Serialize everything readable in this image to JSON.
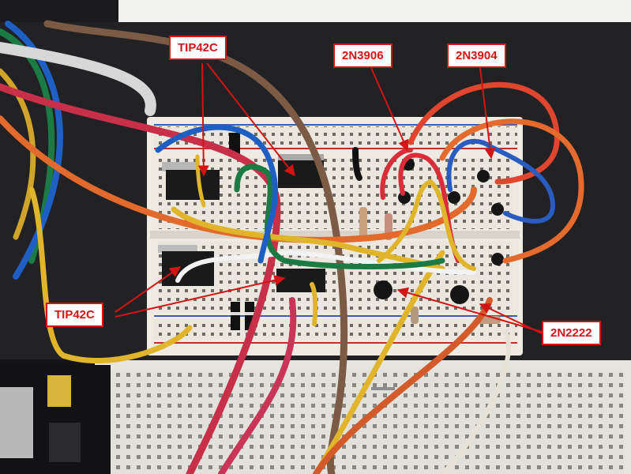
{
  "photo": {
    "labels": {
      "tip42c_top": "TIP42C",
      "tip42c_bottom": "TIP42C",
      "n2n3906": "2N3906",
      "n2n3904": "2N3904",
      "n2n2222": "2N2222"
    },
    "colors": {
      "callout_red": "#d21414",
      "breadboard": "#ece8df",
      "background": "#1d1d1f"
    }
  }
}
